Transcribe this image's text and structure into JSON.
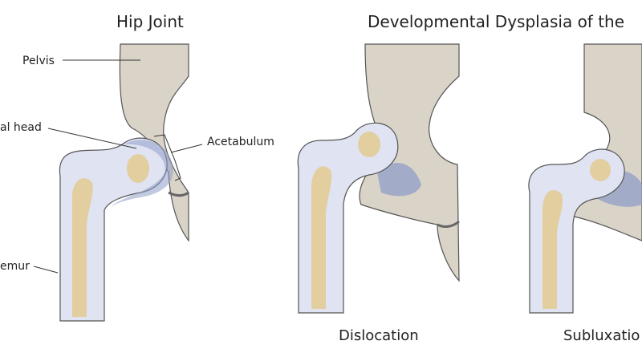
{
  "titles": {
    "left": "Hip Joint",
    "right": "Developmental Dysplasia of the"
  },
  "labels": {
    "pelvis": "Pelvis",
    "femoral_head": "al head",
    "acetabulum": "Acetabulum",
    "femur": "emur"
  },
  "captions": {
    "dislocation": "Dislocation",
    "subluxation": "Subluxatio"
  },
  "colors": {
    "bone_pelvis": "#d9d3c8",
    "bone_femur": "#dfe3f2",
    "marrow": "#e3ceA0",
    "cartilage": "#8f9fc8",
    "outline": "#444444"
  }
}
